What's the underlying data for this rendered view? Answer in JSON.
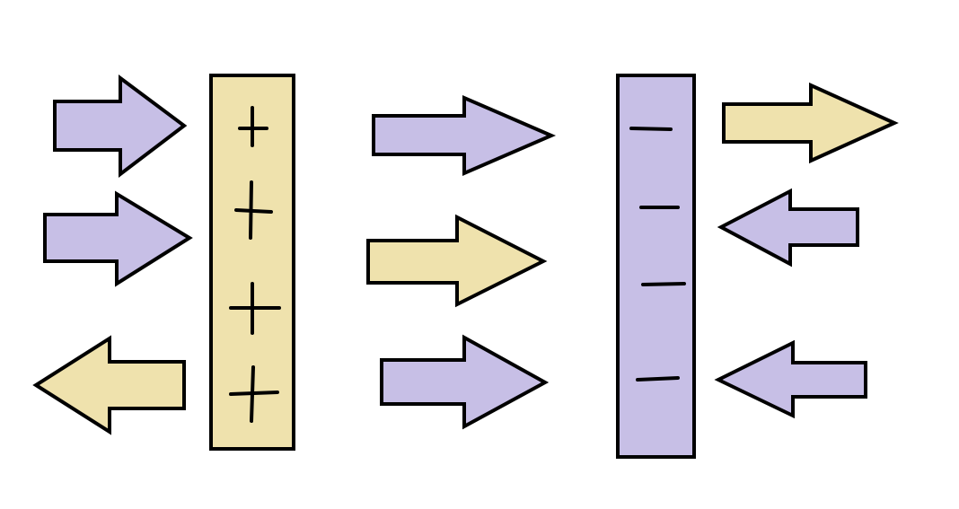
{
  "colors": {
    "background": "#ffffff",
    "positive": "#efe2ad",
    "negative": "#c7bfe6",
    "outline": "#000000"
  },
  "left_plate": {
    "fill": "positive",
    "signs": [
      "+",
      "+",
      "+",
      "+"
    ]
  },
  "right_plate": {
    "fill": "negative",
    "signs": [
      "−",
      "−",
      "−",
      "−"
    ]
  },
  "arrows": [
    {
      "name": "arrow-left-top",
      "direction": "right",
      "fill": "negative"
    },
    {
      "name": "arrow-left-middle",
      "direction": "right",
      "fill": "negative"
    },
    {
      "name": "arrow-left-bottom",
      "direction": "left",
      "fill": "positive"
    },
    {
      "name": "arrow-center-top",
      "direction": "right",
      "fill": "negative"
    },
    {
      "name": "arrow-center-middle",
      "direction": "right",
      "fill": "positive"
    },
    {
      "name": "arrow-center-bottom",
      "direction": "right",
      "fill": "negative"
    },
    {
      "name": "arrow-right-top",
      "direction": "right",
      "fill": "positive"
    },
    {
      "name": "arrow-right-middle",
      "direction": "left",
      "fill": "negative"
    },
    {
      "name": "arrow-right-bottom",
      "direction": "left",
      "fill": "negative"
    }
  ]
}
